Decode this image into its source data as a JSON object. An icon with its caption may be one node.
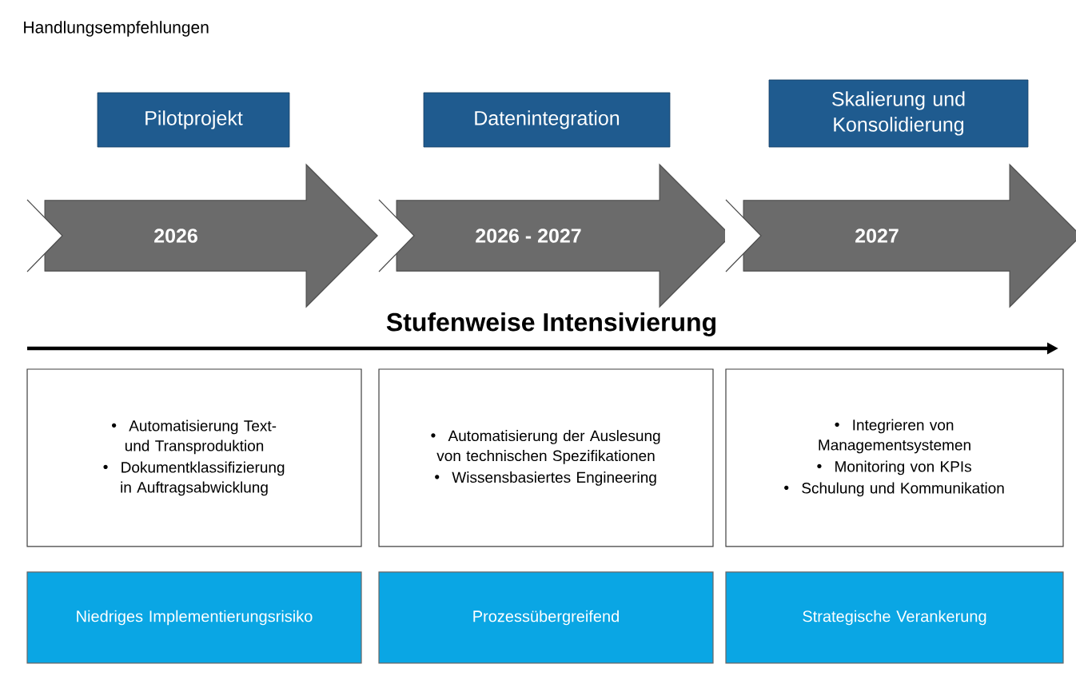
{
  "diagram": {
    "title": "Handlungsempfehlungen",
    "nodes": [
      {
        "text": [
          "Pilotprojekt"
        ]
      },
      {
        "text": [
          "Datenintegration"
        ]
      },
      {
        "text": [
          "Skalierung und Konsolidierung"
        ]
      },
      {
        "text": [
          "2026"
        ]
      },
      {
        "text": [
          "2026 - 2027"
        ]
      },
      {
        "text": [
          "2027"
        ]
      },
      {
        "text": [
          "Automatisierung Text- und Transproduktion",
          "Dokumentklassifizierung in Auftragsabwicklung"
        ]
      },
      {
        "text": [
          "Automatisierung der Auslesung von technischen Spezifikationen",
          "Wissensbasiertes Engineering"
        ]
      },
      {
        "text": [
          "Integrieren von Managementsystemen",
          "Monitoring von KPIs",
          "Schulung und Kommunikation"
        ]
      },
      {
        "text": [
          "Niedriges Implementierungsrisiko"
        ]
      },
      {
        "text": [
          "Prozessübergreifend"
        ]
      },
      {
        "text": [
          "Strategische Verankerung"
        ]
      }
    ],
    "labels": [
      "Stufenweise Intensivierung"
    ]
  }
}
